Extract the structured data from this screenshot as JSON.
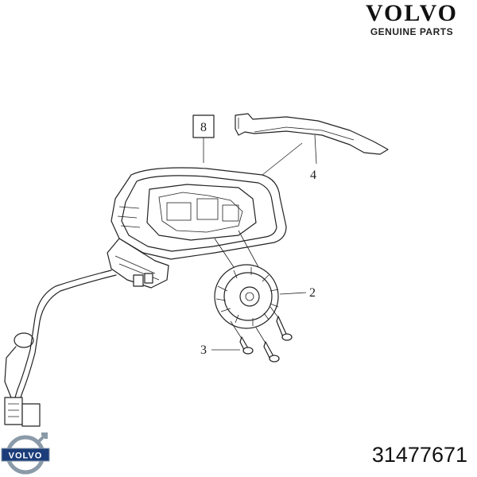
{
  "brand": {
    "wordmark": "VOLVO",
    "tagline": "GENUINE PARTS",
    "logo_text": "VOLVO"
  },
  "part_number": "31477671",
  "callouts": {
    "frame": "8",
    "cover": "4",
    "motor": "2",
    "screws": "3"
  },
  "colors": {
    "line": "#222222",
    "logo_blue": "#1c3d7a",
    "logo_steel": "#8a9aa8"
  }
}
